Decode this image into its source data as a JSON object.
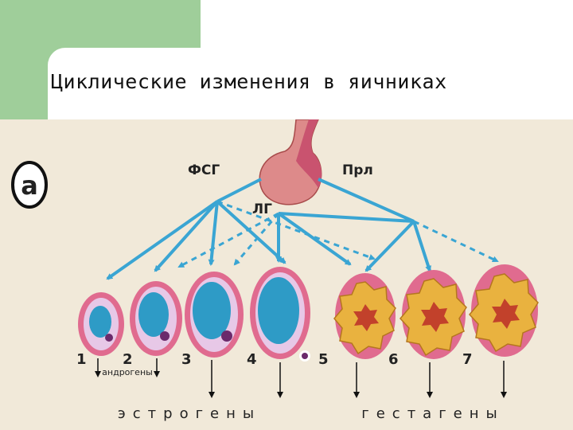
{
  "slide": {
    "title": "Циклические изменения в яичниках"
  },
  "diagram": {
    "panel_marker": "a",
    "hormones": {
      "fsh": "ФСГ",
      "lh": "ЛГ",
      "prl": "Прл"
    },
    "stage_numbers": [
      "1",
      "2",
      "3",
      "4",
      "5",
      "6",
      "7"
    ],
    "androgens_label": "андрогены",
    "estrogens_label": "эстрогены",
    "gestagens_label": "гестагены",
    "colors": {
      "arrow": "#3aa5d3",
      "follicle_outer": "#e06b8f",
      "follicle_inner": "#e7c8e7",
      "antrum": "#2e9bc6",
      "luteal": "#e9b23f",
      "luteal_core": "#c2412b",
      "background": "#f1e9d9",
      "slide_accent": "#9fce9a"
    },
    "icons": [
      "pituitary-gland",
      "follicle",
      "corpus-luteum",
      "arrow-down"
    ]
  }
}
